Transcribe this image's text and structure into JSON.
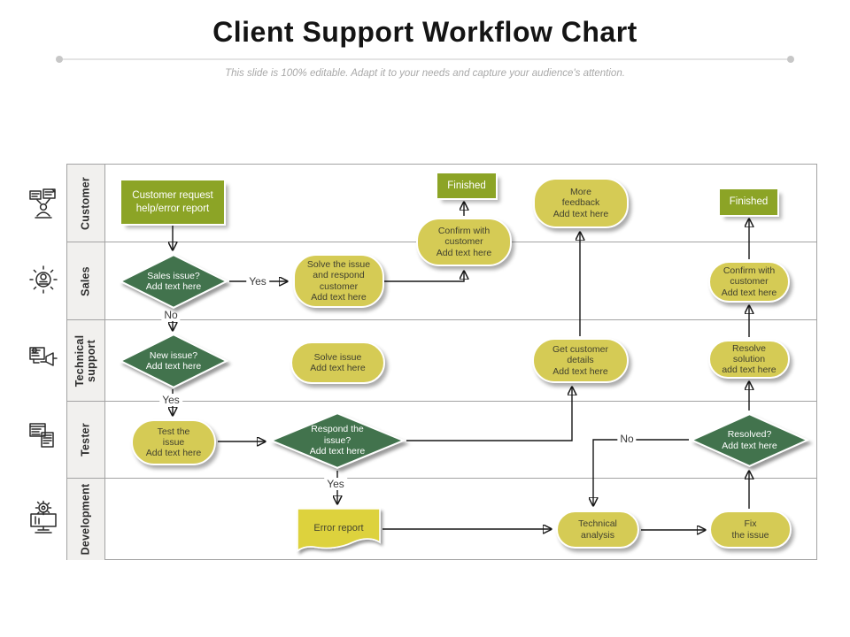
{
  "header": {
    "title": "Client Support Workflow Chart",
    "subtitle": "This slide is 100% editable. Adapt it to your needs and capture your audience's attention."
  },
  "lanes": [
    {
      "label": "Customer",
      "icon": "customer-support-icon"
    },
    {
      "label": "Sales",
      "icon": "sales-gear-money-icon"
    },
    {
      "label": "Technical\nsupport",
      "icon": "technical-support-announce-icon"
    },
    {
      "label": "Tester",
      "icon": "tester-documents-icon"
    },
    {
      "label": "Development",
      "icon": "development-monitor-gear-icon"
    }
  ],
  "nodes": {
    "customer_request": "Customer request\nhelp/error report",
    "finished_top": "Finished",
    "finished_right": "Finished",
    "sales_issue": "Sales issue?\nAdd text here",
    "new_issue": "New issue?\nAdd text here",
    "respond_issue": "Respond the\nissue?\nAdd text here",
    "resolved": "Resolved?\nAdd text here",
    "solve_respond": "Solve the issue\nand respond\ncustomer\nAdd text here",
    "confirm_customer_mid": "Confirm with\ncustomer\nAdd text here",
    "more_feedback": "More\nfeedback\nAdd text here",
    "solve_issue": "Solve issue\nAdd text here",
    "get_customer_details": "Get customer\ndetails\nAdd text here",
    "resolve_solution": "Resolve\nsolution\nadd text here",
    "confirm_customer_right": "Confirm with\ncustomer\nAdd text here",
    "test_issue": "Test the\nissue\nAdd text here",
    "error_report": "Error report",
    "technical_analysis": "Technical\nanalysis",
    "fix_issue": "Fix\nthe issue"
  },
  "edge_labels": {
    "sales_yes": "Yes",
    "sales_no": "No",
    "new_yes": "Yes",
    "respond_yes": "Yes",
    "resolved_no": "No"
  },
  "colors": {
    "olive_green": "#8CA426",
    "diamond_green": "#43734E",
    "pill_yellow": "#d5cb55",
    "doc_yellow": "#ddd23e"
  }
}
